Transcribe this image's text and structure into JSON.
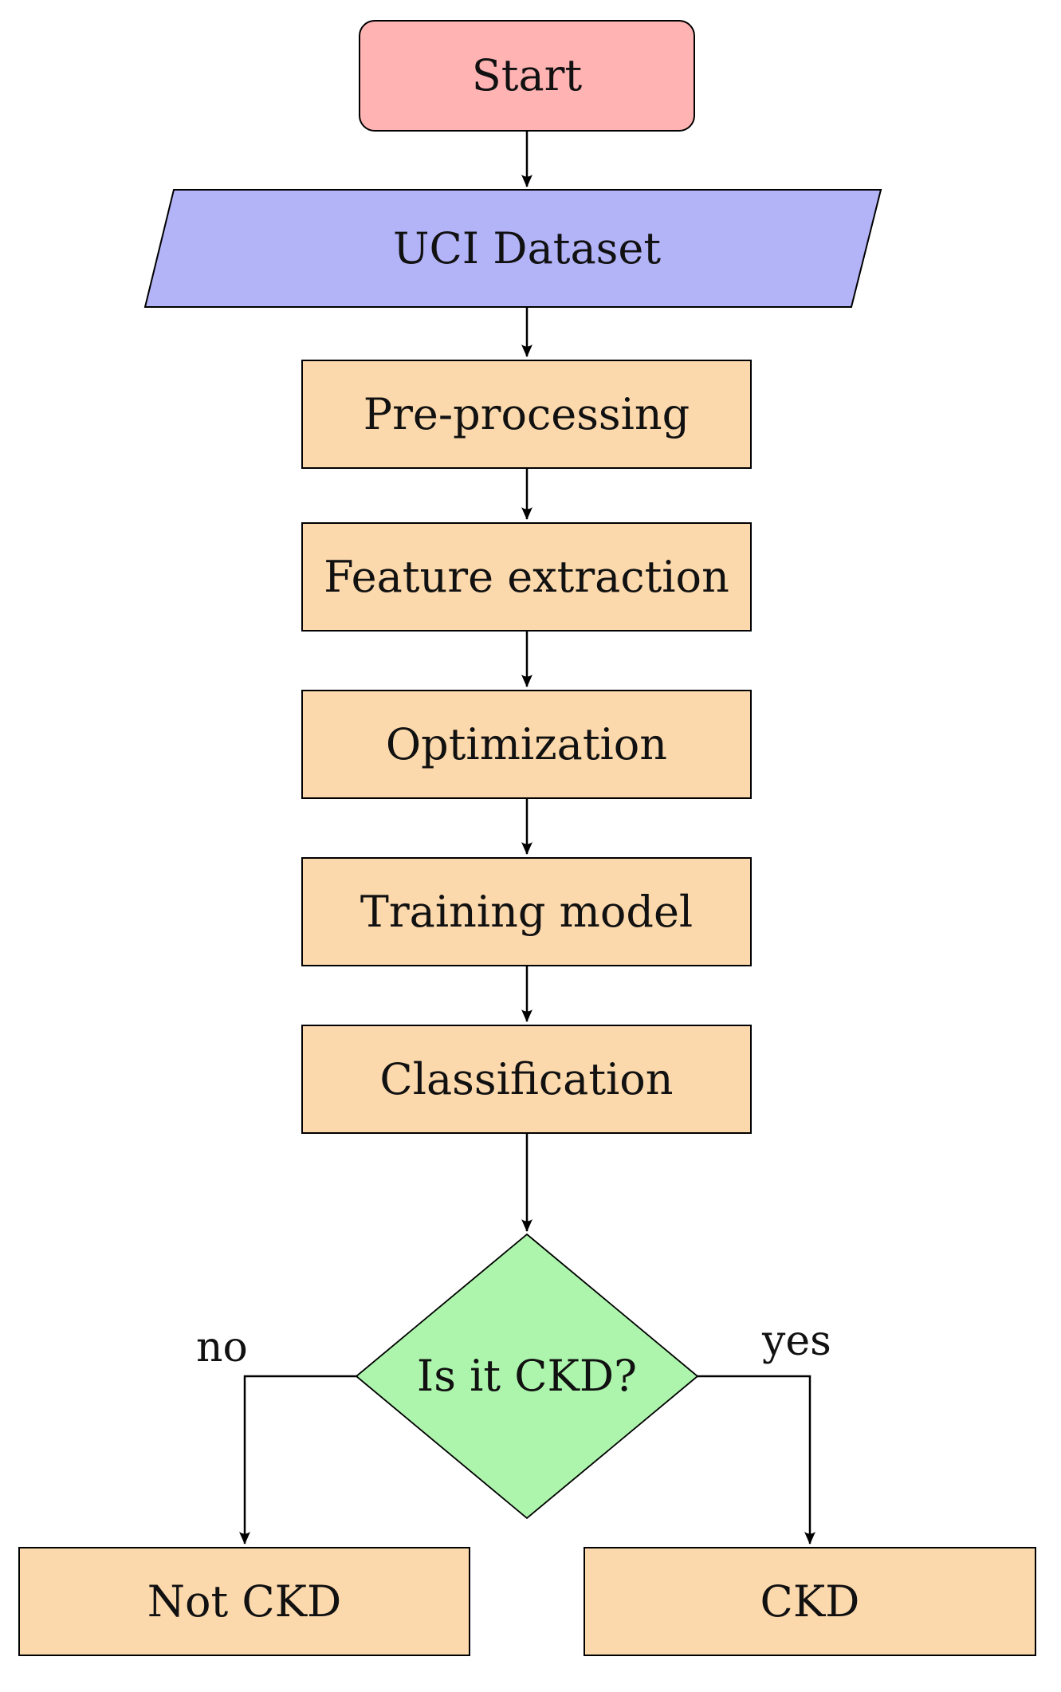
{
  "diagram": {
    "type": "flowchart",
    "topic": "CKD (Chronic Kidney Disease) classification pipeline"
  },
  "nodes": {
    "start": {
      "label": "Start",
      "shape": "rounded-rectangle"
    },
    "dataset": {
      "label": "UCI Dataset",
      "shape": "parallelogram"
    },
    "preprocess": {
      "label": "Pre-processing",
      "shape": "rectangle"
    },
    "feature": {
      "label": "Feature extraction",
      "shape": "rectangle"
    },
    "optimize": {
      "label": "Optimization",
      "shape": "rectangle"
    },
    "train": {
      "label": "Training model",
      "shape": "rectangle"
    },
    "classify": {
      "label": "Classification",
      "shape": "rectangle"
    },
    "decision": {
      "label": "Is it CKD?",
      "shape": "diamond"
    },
    "notckd": {
      "label": "Not CKD",
      "shape": "rectangle"
    },
    "ckd": {
      "label": "CKD",
      "shape": "rectangle"
    }
  },
  "edges": [
    {
      "from": "start",
      "to": "dataset",
      "label": ""
    },
    {
      "from": "dataset",
      "to": "preprocess",
      "label": ""
    },
    {
      "from": "preprocess",
      "to": "feature",
      "label": ""
    },
    {
      "from": "feature",
      "to": "optimize",
      "label": ""
    },
    {
      "from": "optimize",
      "to": "train",
      "label": ""
    },
    {
      "from": "train",
      "to": "classify",
      "label": ""
    },
    {
      "from": "classify",
      "to": "decision",
      "label": ""
    },
    {
      "from": "decision",
      "to": "notckd",
      "label": "no"
    },
    {
      "from": "decision",
      "to": "ckd",
      "label": "yes"
    }
  ],
  "branch_labels": {
    "no": "no",
    "yes": "yes"
  },
  "colors": {
    "terminator_fill": "#ffb3b3",
    "io_fill": "#b3b3f8",
    "process_fill": "#fcd9ad",
    "decision_fill": "#adf5ad",
    "stroke": "#000000",
    "background": "#ffffff",
    "text": "#111111"
  }
}
